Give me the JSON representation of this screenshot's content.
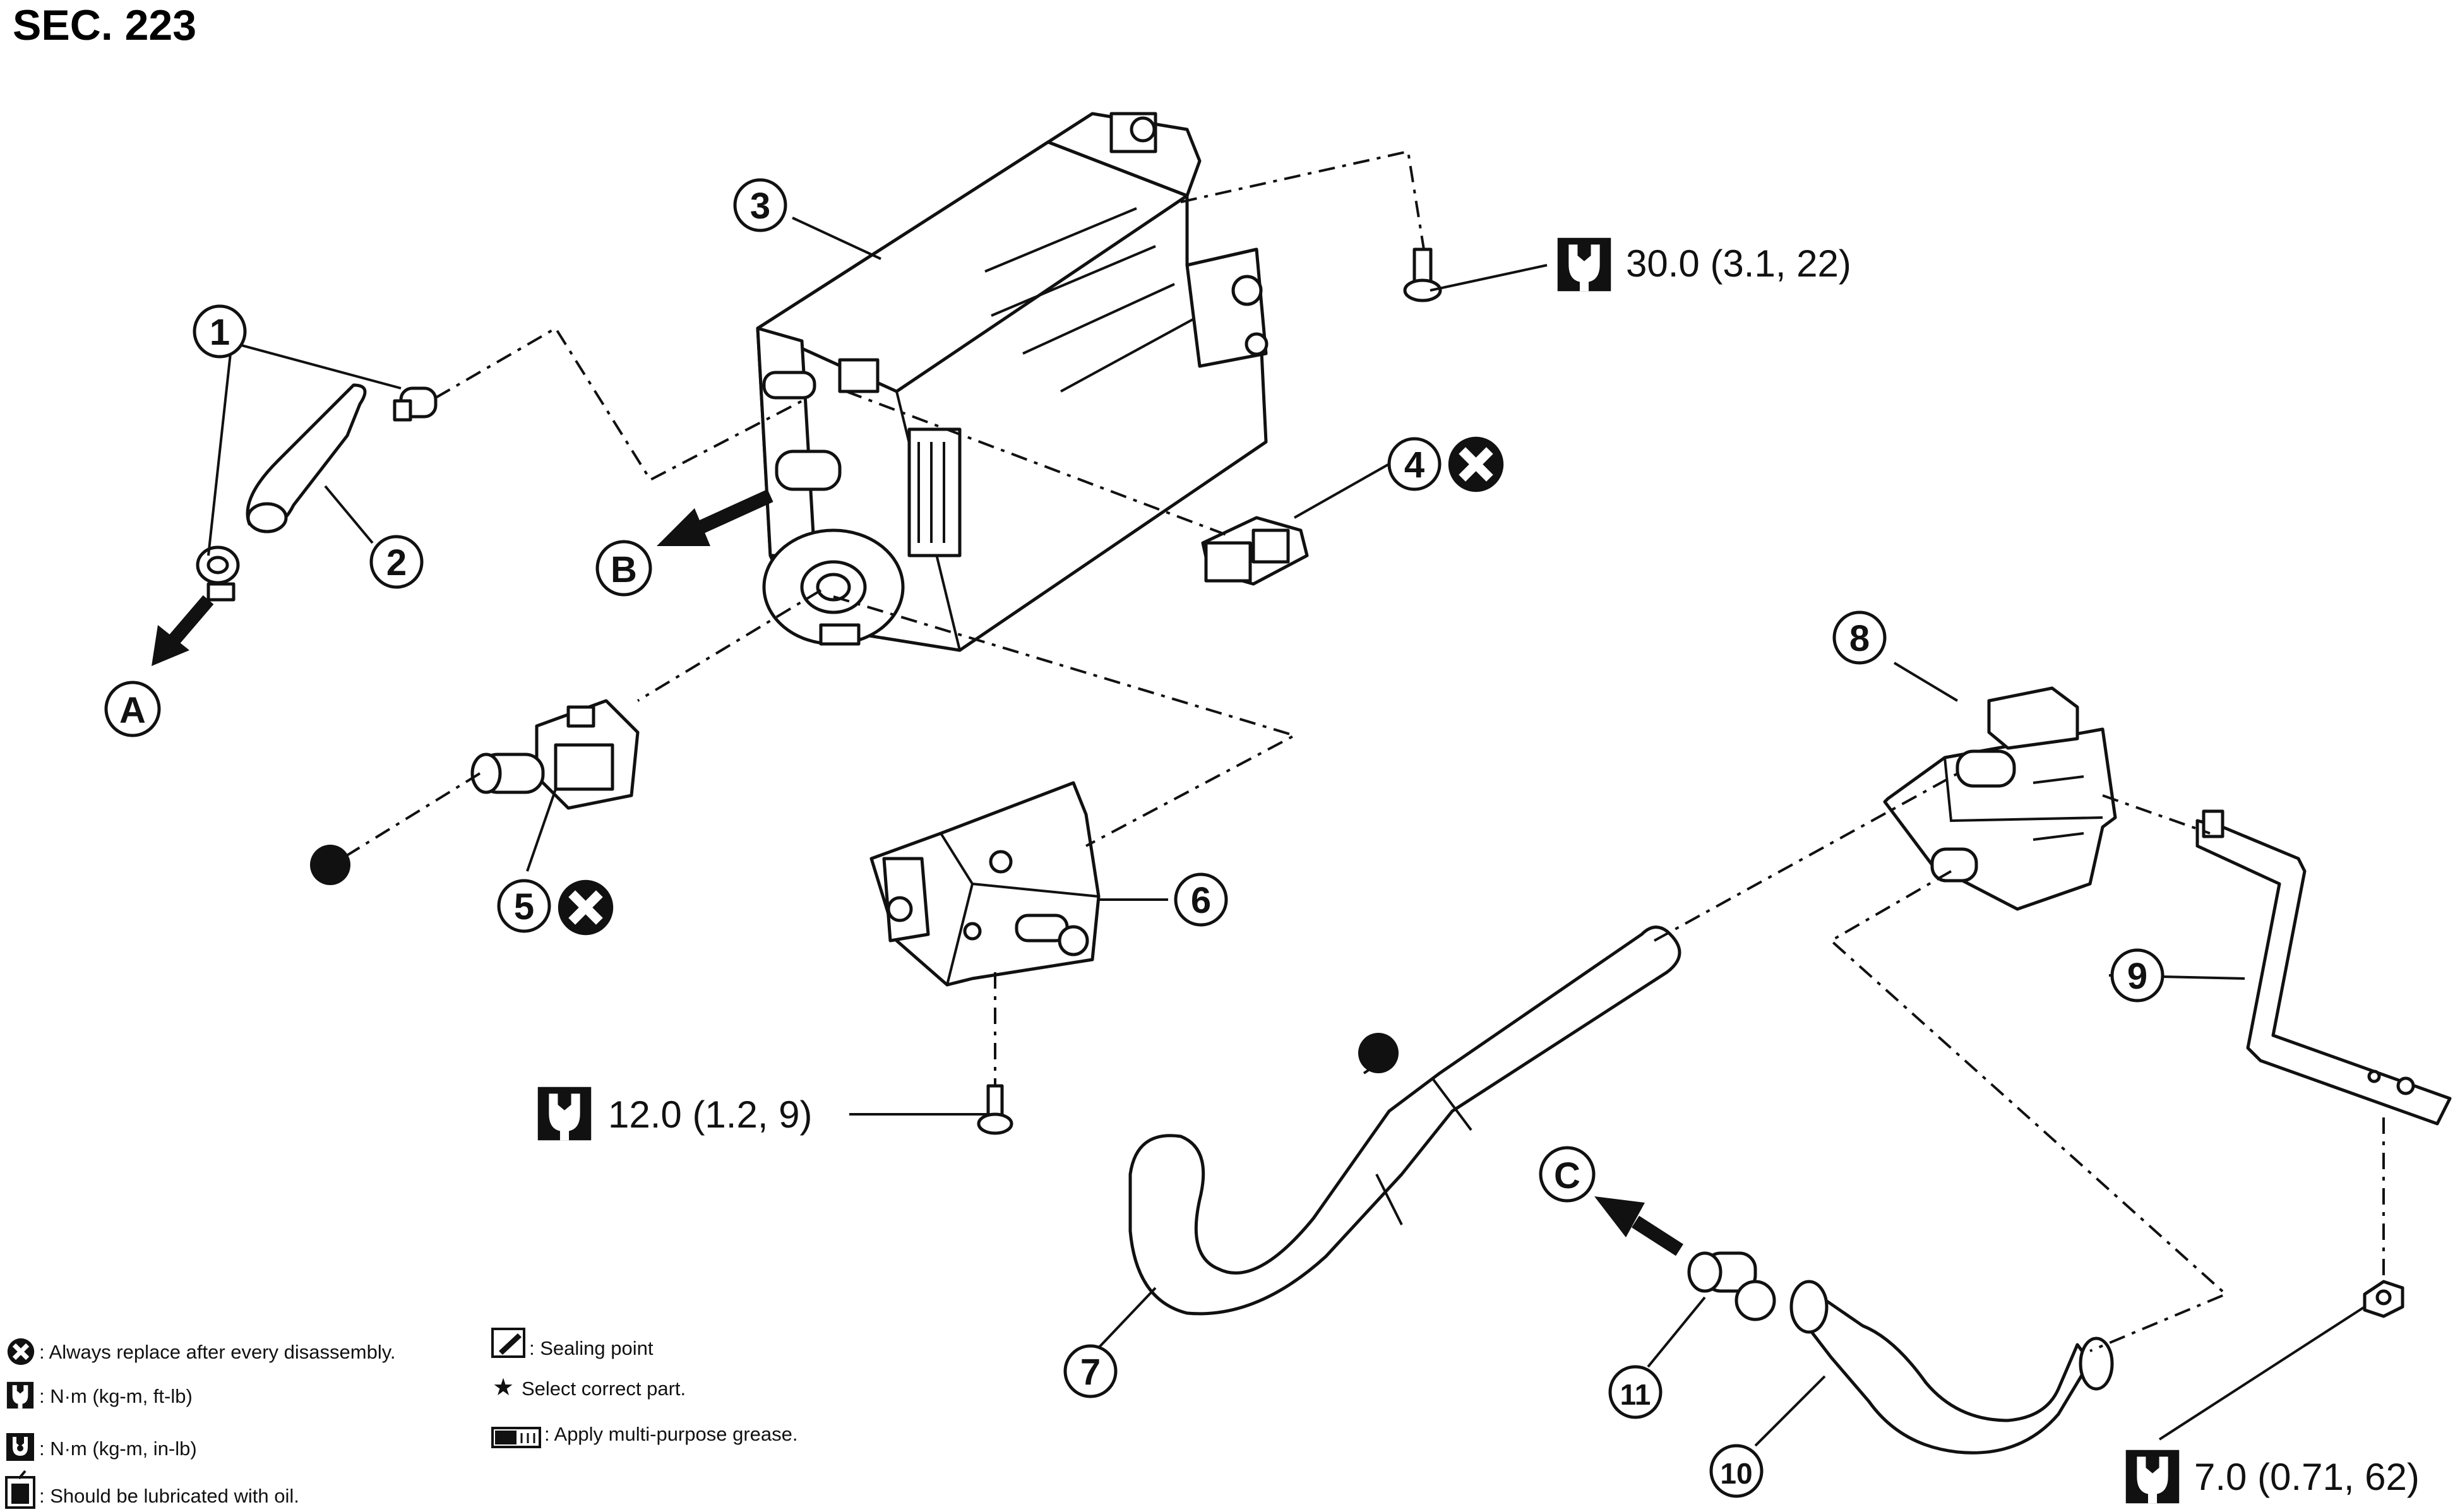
{
  "section_label": "SEC. 223",
  "callouts": {
    "c1": "1",
    "c2": "2",
    "c3": "3",
    "c4": "4",
    "c5": "5",
    "c6": "6",
    "c7": "7",
    "c8": "8",
    "c9": "9",
    "c10": "10",
    "c11": "11",
    "ca": "A",
    "cb": "B",
    "cc": "C"
  },
  "torques": {
    "t1": "30.0 (3.1, 22)",
    "t2": "12.0 (1.2, 9)",
    "t3": "7.0 (0.71, 62)"
  },
  "legend": {
    "replace": ": Always replace after every disassembly.",
    "nm_ftlb": ": N·m (kg-m, ft-lb)",
    "nm_inlb": ": N·m (kg-m, in-lb)",
    "oil": ": Should be lubricated with oil.",
    "sealing": ": Sealing point",
    "correct": "Select correct part.",
    "grease": ": Apply multi-purpose grease."
  },
  "icons": [
    "replace-x-icon",
    "torque-wrench-icon",
    "filled-dot-icon",
    "oil-can-icon",
    "sealing-brush-icon",
    "star-icon",
    "grease-tube-icon"
  ]
}
